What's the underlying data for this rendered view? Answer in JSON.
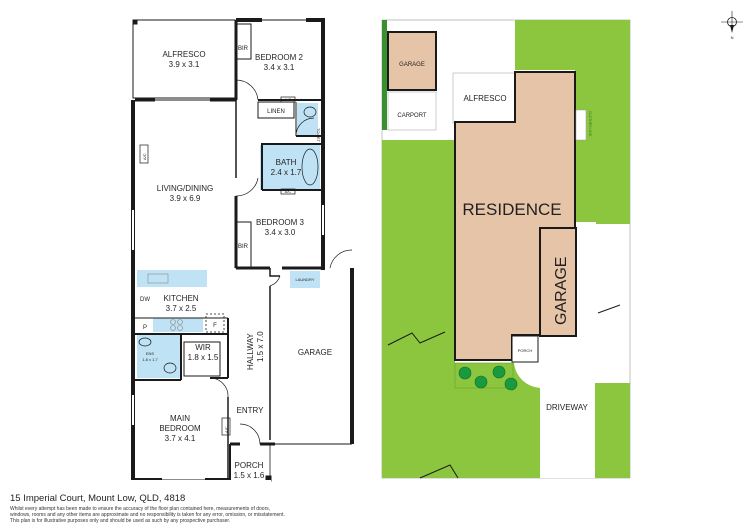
{
  "colors": {
    "wall": "#1a1a1a",
    "wet_area": "#bfe3f4",
    "lawn": "#8cc63f",
    "building": "#e5c4a8",
    "tree": "#1a9a3e",
    "driveway": "#ffffff"
  },
  "floor_plan": {
    "rooms": [
      {
        "id": "alfresco",
        "name": "ALFRESCO",
        "size": "3.9 x 3.1"
      },
      {
        "id": "bedroom2",
        "name": "BEDROOM 2",
        "size": "3.4 x 3.1"
      },
      {
        "id": "bir1",
        "name": "BIR"
      },
      {
        "id": "linen",
        "name": "LINEN"
      },
      {
        "id": "toilet",
        "name": "TOILET"
      },
      {
        "id": "bath",
        "name": "BATH",
        "size": "2.4 x 1.7"
      },
      {
        "id": "living",
        "name": "LIVING/DINING",
        "size": "3.9 x 6.9"
      },
      {
        "id": "bedroom3",
        "name": "BEDROOM 3",
        "size": "3.4 x 3.0"
      },
      {
        "id": "bir2",
        "name": "BIR"
      },
      {
        "id": "laundry",
        "name": "LAUNDRY"
      },
      {
        "id": "kitchen",
        "name": "KITCHEN",
        "size": "3.7 x 2.5"
      },
      {
        "id": "hallway",
        "name": "HALLWAY",
        "size": "1.5 x 7.0"
      },
      {
        "id": "garage",
        "name": "GARAGE"
      },
      {
        "id": "wir",
        "name": "WIR",
        "size": "1.8 x 1.5"
      },
      {
        "id": "ens",
        "name": "ENS",
        "size": "1.8 x 1.7"
      },
      {
        "id": "entry",
        "name": "ENTRY"
      },
      {
        "id": "main_bedroom",
        "name_line1": "MAIN",
        "name_line2": "BEDROOM",
        "size": "3.7 x 4.1"
      },
      {
        "id": "porch",
        "name": "PORCH",
        "size": "1.5 x 1.6"
      }
    ],
    "fixtures": {
      "ac": "A/C",
      "dishwasher": "DW",
      "pantry": "P",
      "fridge": "F"
    }
  },
  "site_plan": {
    "labels": {
      "garage_small": "GARAGE",
      "carport": "CARPORT",
      "alfresco": "ALFRESCO",
      "residence": "RESIDENCE",
      "garage_main": "GARAGE",
      "porch": "PORCH",
      "driveway": "DRIVEWAY",
      "clothes_line": "CLOTHES LINE"
    }
  },
  "compass": {
    "label": "N"
  },
  "footer": {
    "address": "15 Imperial Court, Mount Low, QLD, 4818",
    "disclaimer_1": "Whilst every attempt has been made to ensure the accuracy of the floor plan contained here, measurements of doors,",
    "disclaimer_2": "windows, rooms and any other items are approximate and no responsibility is taken for any error, omission, or misstatement.",
    "disclaimer_3": "This plan is for illustrative purposes only and should be used as such by any prospective purchaser."
  }
}
